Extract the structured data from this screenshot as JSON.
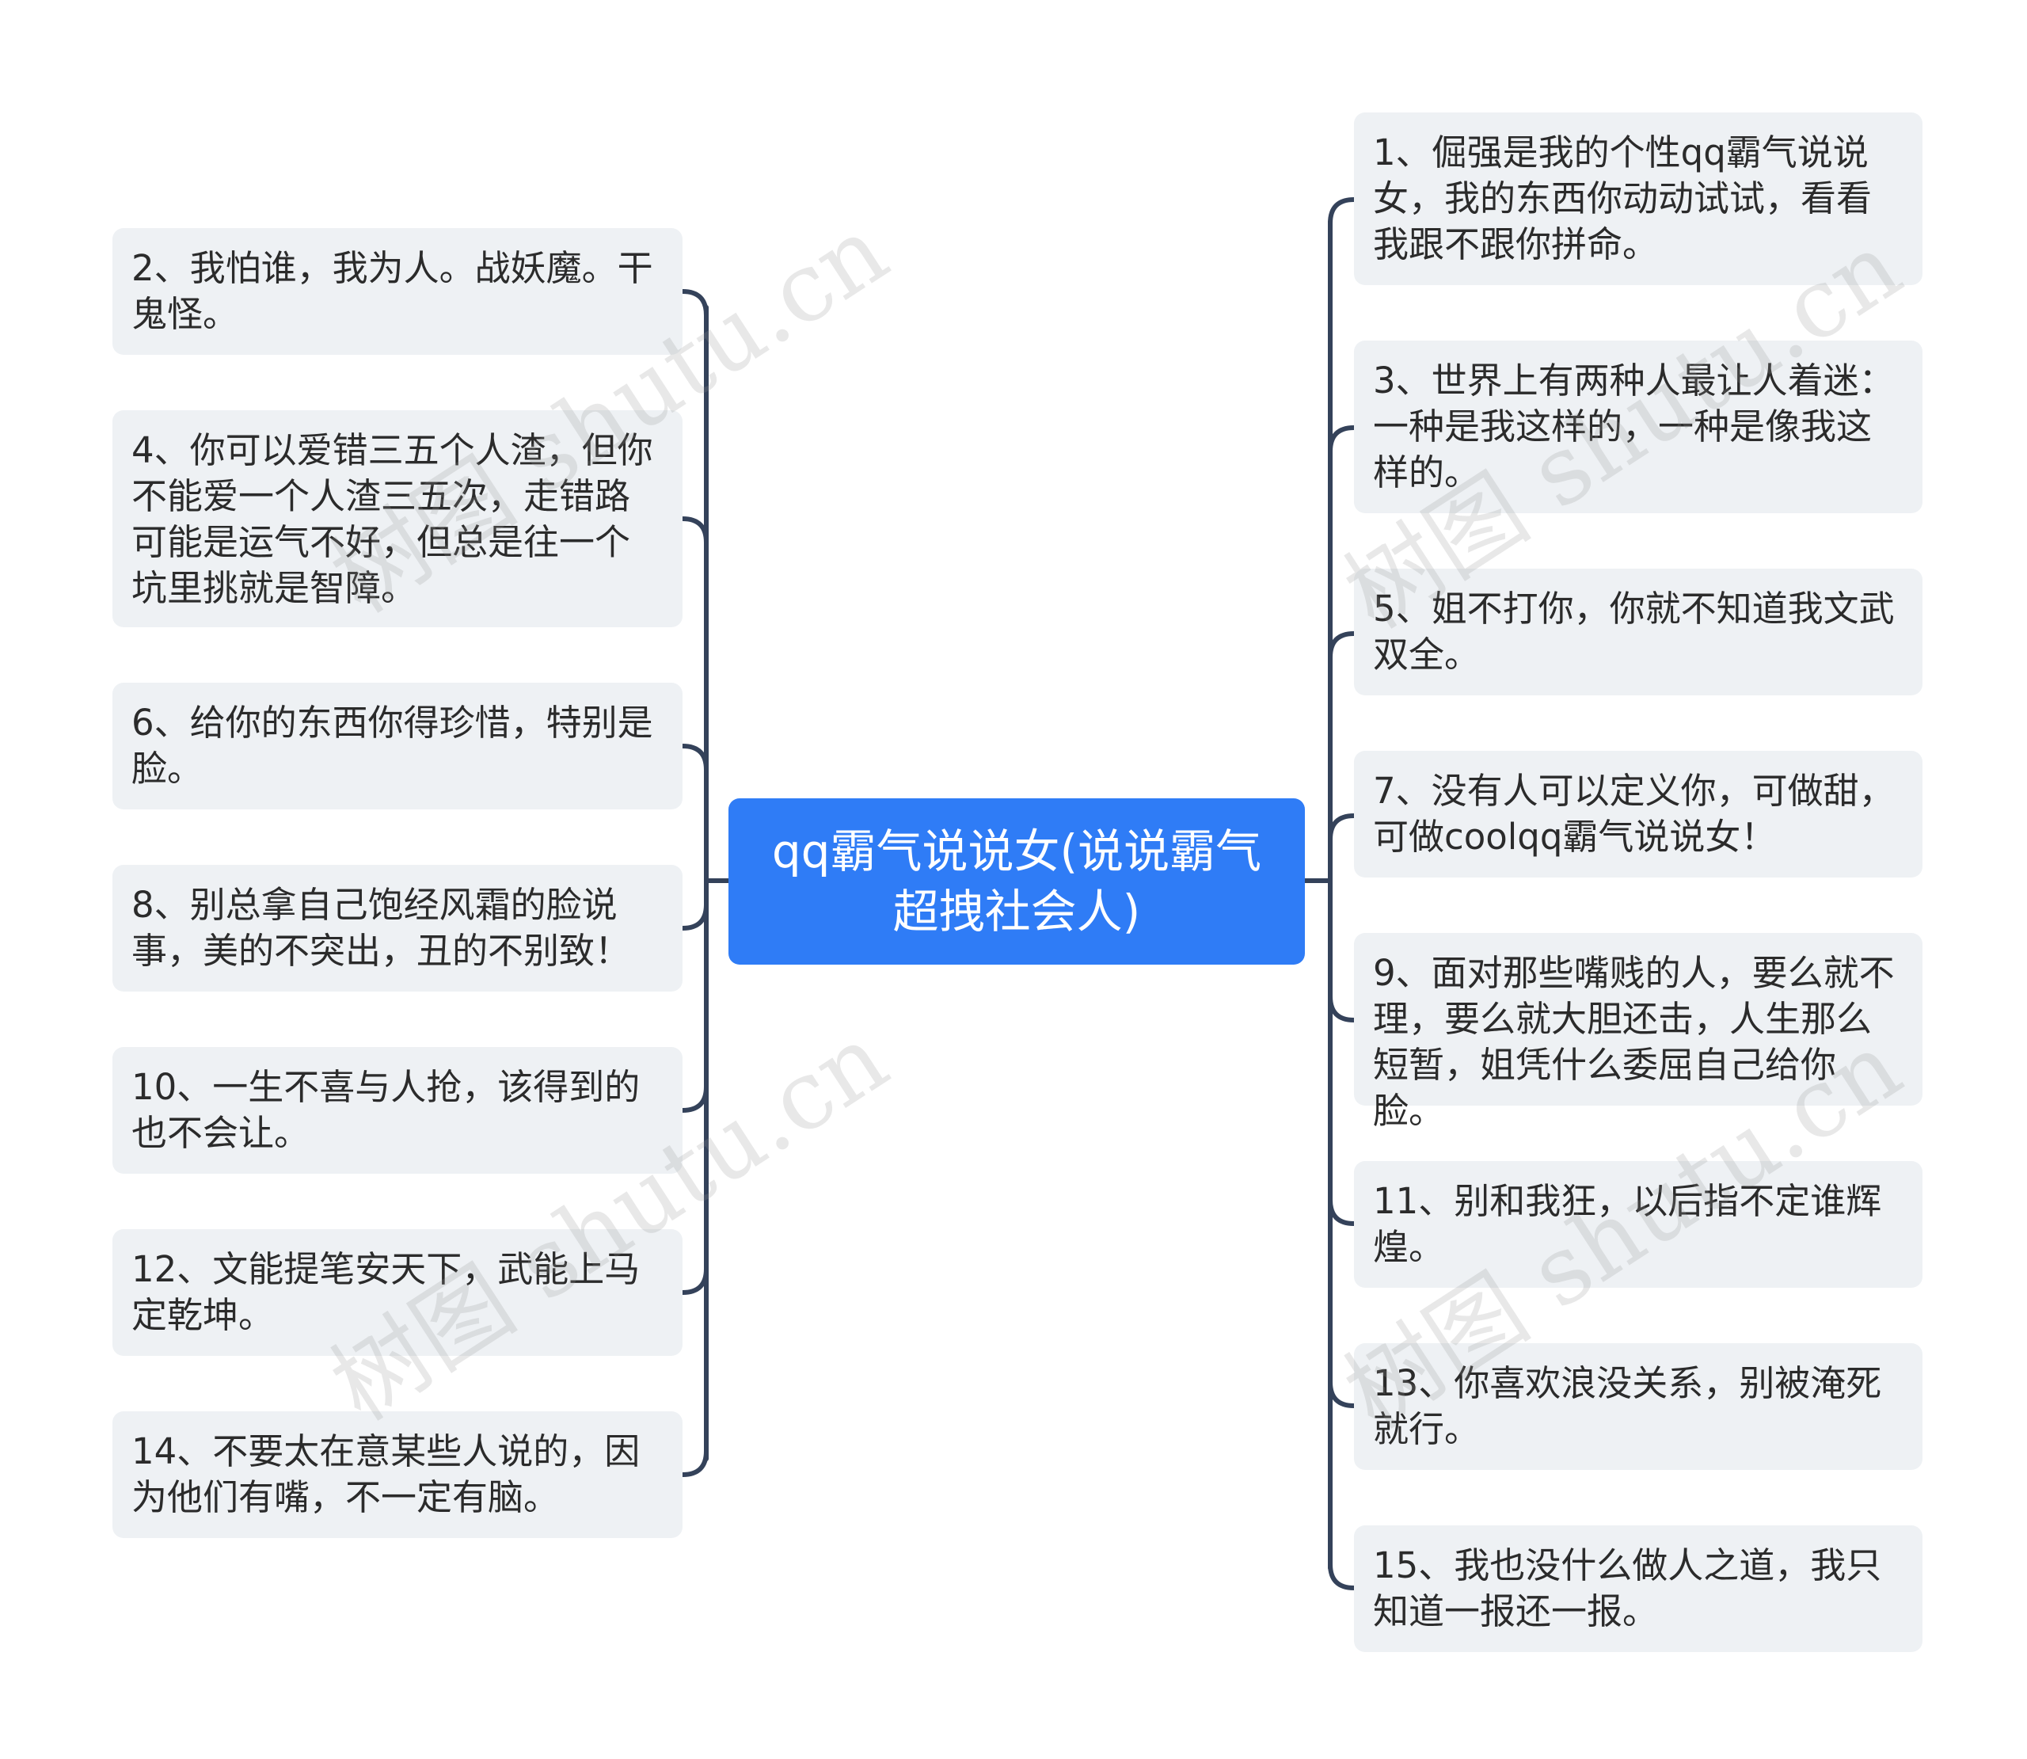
{
  "root": {
    "title": "qq霸气说说女(说说霸气超拽社会人)"
  },
  "left_nodes": [
    "2、我怕谁，我为人。战妖魔。干鬼怪。",
    "4、你可以爱错三五个人渣，但你不能爱一个人渣三五次，走错路可能是运气不好，但总是往一个坑里挑就是智障。",
    "6、给你的东西你得珍惜，特别是脸。",
    "8、别总拿自己饱经风霜的脸说事，美的不突出，丑的不别致！",
    "10、一生不喜与人抢，该得到的也不会让。",
    "12、文能提笔安天下，武能上马定乾坤。",
    "14、不要太在意某些人说的，因为他们有嘴，不一定有脑。"
  ],
  "right_nodes": [
    "1、倔强是我的个性qq霸气说说女，我的东西你动动试试，看看我跟不跟你拼命。",
    "3、世界上有两种人最让人着迷：一种是我这样的，一种是像我这样的。",
    "5、姐不打你，你就不知道我文武双全。",
    "7、没有人可以定义你，可做甜，可做coolqq霸气说说女！",
    "9、面对那些嘴贱的人，要么就不理，要么就大胆还击，人生那么短暂，姐凭什么委屈自己给你脸。",
    "11、别和我狂，以后指不定谁辉煌。",
    "13、你喜欢浪没关系，别被淹死就行。",
    "15、我也没什么做人之道，我只知道一报还一报。"
  ],
  "watermark": "树图 shutu.cn",
  "colors": {
    "root_bg": "#2f7cf6",
    "node_bg": "#eef1f4",
    "connector": "#34425a"
  }
}
